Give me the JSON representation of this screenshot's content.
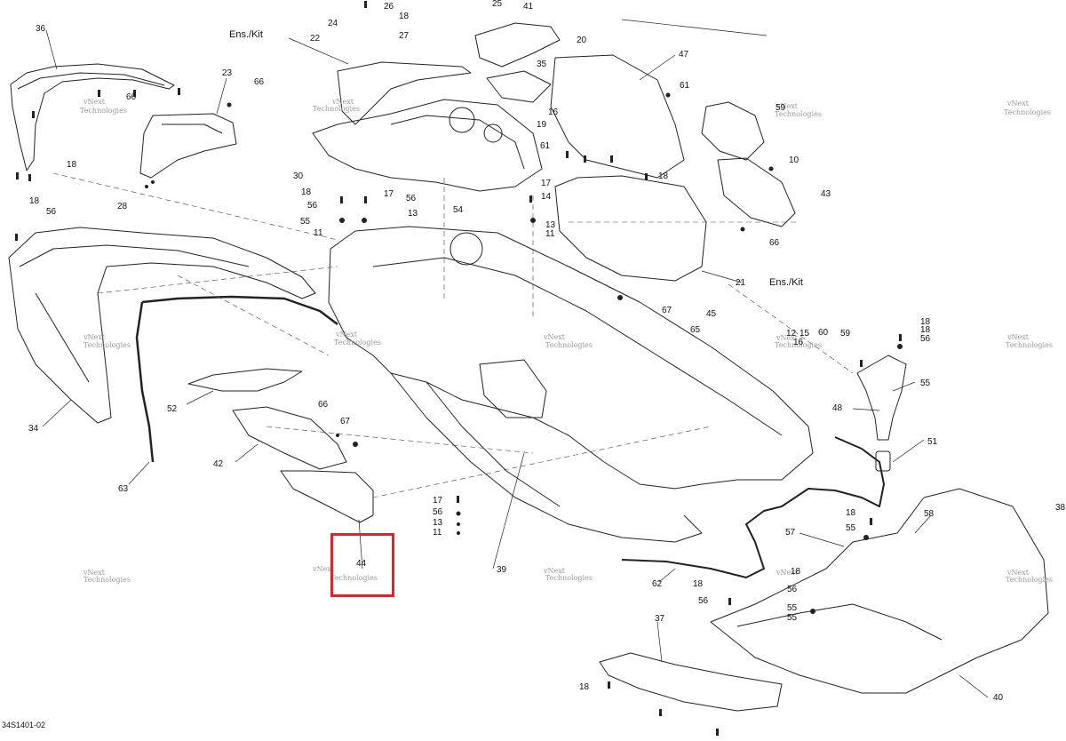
{
  "drawing_code": "34S1401-02",
  "kit_label": "Ens./Kit",
  "watermark": {
    "line1": "vNext",
    "line2": "Technologies"
  },
  "highlight_color": "#d9262c",
  "highlighted_callout": "44",
  "callouts": [
    "36",
    "66",
    "18",
    "23",
    "66",
    "28",
    "18",
    "56",
    "34",
    "52",
    "63",
    "42",
    "66",
    "67",
    "44",
    "24",
    "26",
    "18",
    "25",
    "22",
    "27",
    "30",
    "18",
    "56",
    "55",
    "11",
    "17",
    "56",
    "13",
    "54",
    "17",
    "14",
    "13",
    "11",
    "17",
    "56",
    "13",
    "11",
    "39",
    "41",
    "20",
    "35",
    "16",
    "47",
    "61",
    "61",
    "18",
    "21",
    "67",
    "65",
    "45",
    "12",
    "15",
    "60",
    "59",
    "16",
    "18",
    "56",
    "55",
    "48",
    "51",
    "18",
    "55",
    "57",
    "58",
    "62",
    "18",
    "56",
    "55",
    "18",
    "56",
    "55",
    "37",
    "38",
    "40",
    "18",
    "18",
    "59",
    "10",
    "43",
    "66",
    "19"
  ]
}
